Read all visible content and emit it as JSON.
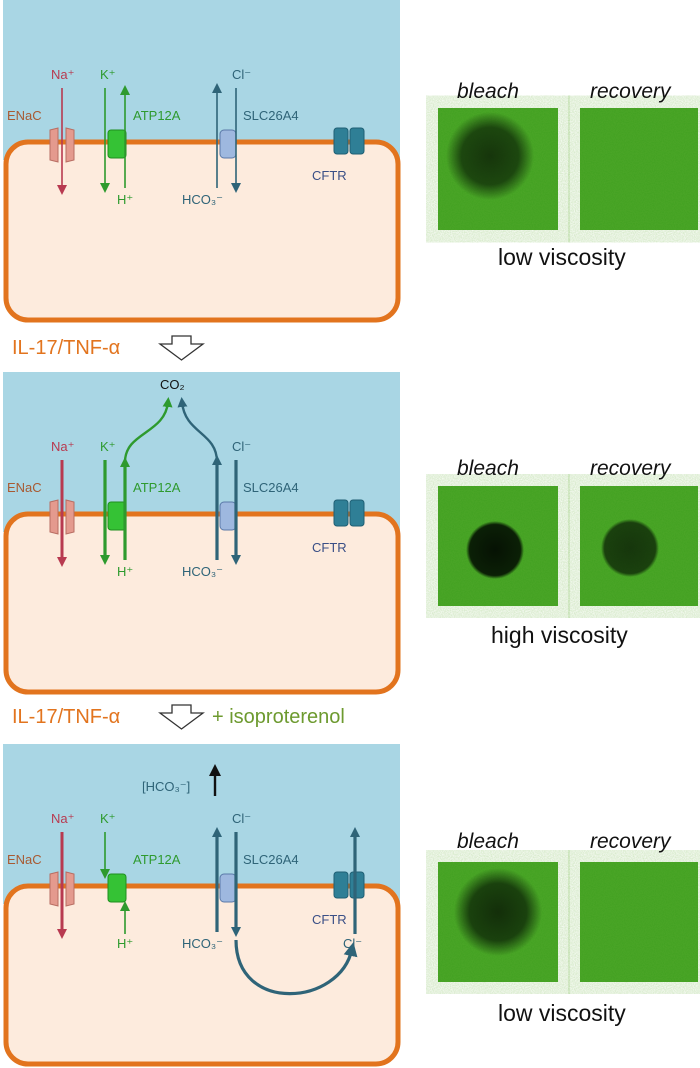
{
  "colors": {
    "lumen": "#a9d6e4",
    "cell": "#fdebdd",
    "membrane": "#e2741e",
    "na": "#b83a50",
    "proton": "#2e9a2e",
    "anion": "#2f6478",
    "cftr": "#2f7f96",
    "slc": "#9eb8df",
    "enac": "#e49a8e",
    "atp12a": "#35c235",
    "isoproterenol": "#6d9a2f",
    "image_green": "#3fa01f"
  },
  "panels": [
    {
      "na_label": "Na⁺",
      "enac_label": "ENaC",
      "k_label": "K⁺",
      "h_label": "H⁺",
      "atp12a_label": "ATP12A",
      "cl_label": "Cl⁻",
      "hco3_label": "HCO₃⁻",
      "slc_label": "SLC26A4",
      "cftr_label": "CFTR",
      "bleach_title": "bleach",
      "recovery_title": "recovery",
      "viscosity": "low viscosity",
      "bleach_spot": 0.8,
      "recovery_spot": 0.0
    },
    {
      "na_label": "Na⁺",
      "enac_label": "ENaC",
      "k_label": "K⁺",
      "h_label": "H⁺",
      "atp12a_label": "ATP12A",
      "cl_label": "Cl⁻",
      "hco3_label": "HCO₃⁻",
      "slc_label": "SLC26A4",
      "cftr_label": "CFTR",
      "co2_label": "CO₂",
      "bleach_title": "bleach",
      "recovery_title": "recovery",
      "viscosity": "high viscosity",
      "bleach_spot": 1.0,
      "recovery_spot": 0.75
    },
    {
      "na_label": "Na⁺",
      "enac_label": "ENaC",
      "k_label": "K⁺",
      "h_label": "H⁺",
      "atp12a_label": "ATP12A",
      "cl_label": "Cl⁻",
      "hco3_label": "HCO₃⁻",
      "slc_label": "SLC26A4",
      "cftr_label": "CFTR",
      "cftr_cl_label": "Cl⁻",
      "hco3_conc_label": "[HCO₃⁻]",
      "bleach_title": "bleach",
      "recovery_title": "recovery",
      "viscosity": "low viscosity",
      "bleach_spot": 0.85,
      "recovery_spot": 0.0
    }
  ],
  "steps": [
    {
      "label": "IL-17/TNF-α"
    },
    {
      "label": "IL-17/TNF-α",
      "extra": "+ isoproterenol"
    }
  ]
}
